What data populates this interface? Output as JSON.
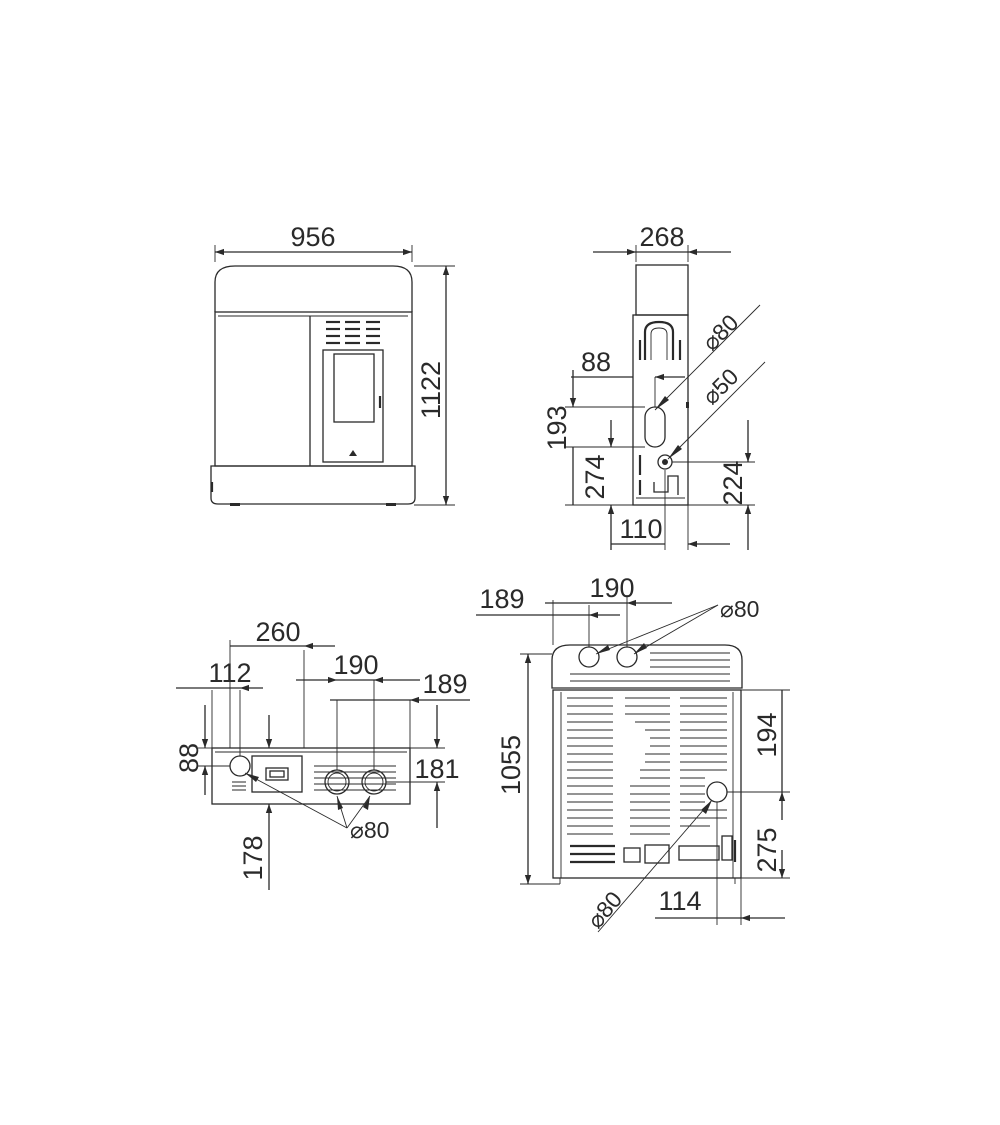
{
  "front_view": {
    "width": "956",
    "height": "1122"
  },
  "side_view": {
    "depth": "268",
    "flue_diameter": "80",
    "inlet_diameter": "50",
    "flue_offset": "88",
    "flue_height_a": "193",
    "flue_height_b": "274",
    "inlet_height": "224",
    "inlet_offset": "110"
  },
  "top_view": {
    "dim_260": "260",
    "dim_112": "112",
    "dim_190": "190",
    "dim_189": "189",
    "dim_88": "88",
    "dim_181": "181",
    "dim_178": "178",
    "outlet_diameter": "80"
  },
  "rear_view": {
    "dim_189": "189",
    "dim_190": "190",
    "outlet_diameter_top": "80",
    "height": "1055",
    "dim_194": "194",
    "dim_275": "275",
    "dim_114": "114",
    "outlet_diameter_bottom": "80"
  }
}
